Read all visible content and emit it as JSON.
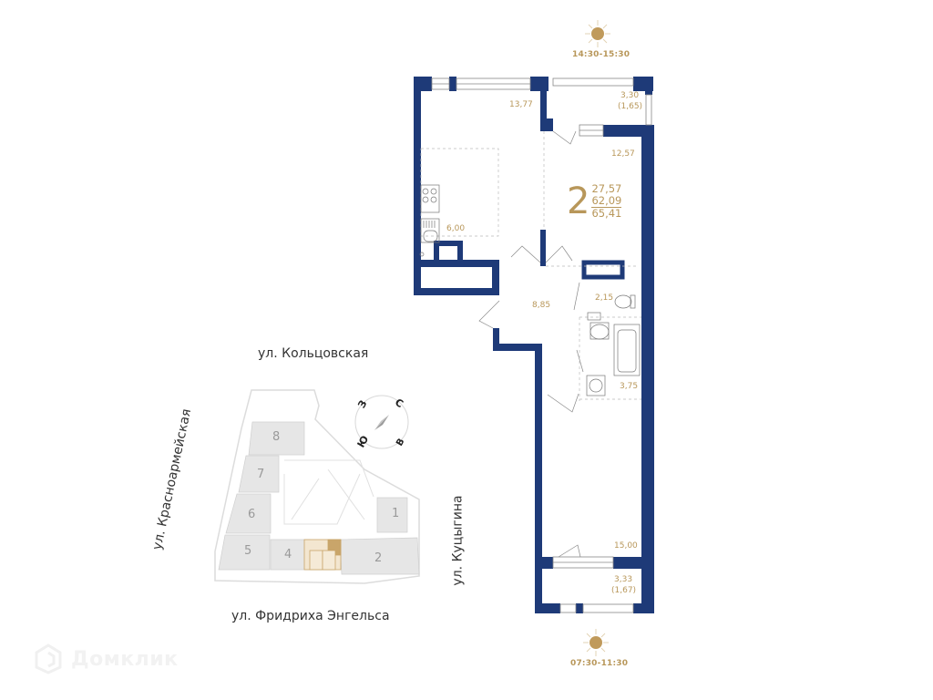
{
  "colors": {
    "wall": "#1e3a78",
    "accent": "#b8975a",
    "text": "#333333",
    "site_fill": "#e8e8e8",
    "site_stroke": "#d0d0d0"
  },
  "sun_top": {
    "icon": "sun-icon",
    "time": "14:30-15:30"
  },
  "sun_bottom": {
    "icon": "sun-icon",
    "time": "07:30-11:30"
  },
  "apartment": {
    "rooms": "2",
    "living_area": "27,57",
    "total_area_no_balcony": "62,09",
    "total_area": "65,41"
  },
  "room_areas": {
    "living_room": "13,77",
    "balcony_top": "3,30",
    "balcony_top_reduced": "(1,65)",
    "bedroom_top": "12,57",
    "kitchen": "6,00",
    "hall": "8,85",
    "toilet": "2,15",
    "bathroom": "3,75",
    "bedroom_bottom": "15,00",
    "balcony_bottom": "3,33",
    "balcony_bottom_reduced": "(1,67)"
  },
  "site_plan": {
    "buildings": [
      "1",
      "2",
      "4",
      "5",
      "6",
      "7",
      "8"
    ],
    "compass": {
      "north": "С",
      "south": "Ю",
      "east": "В",
      "west": "З"
    },
    "streets": {
      "top": "ул. Кольцовская",
      "bottom": "ул. Фридриха Энгельса",
      "left": "ул. Красноармейская",
      "right": "ул. Куцыгина"
    }
  },
  "watermark": "Домклик"
}
